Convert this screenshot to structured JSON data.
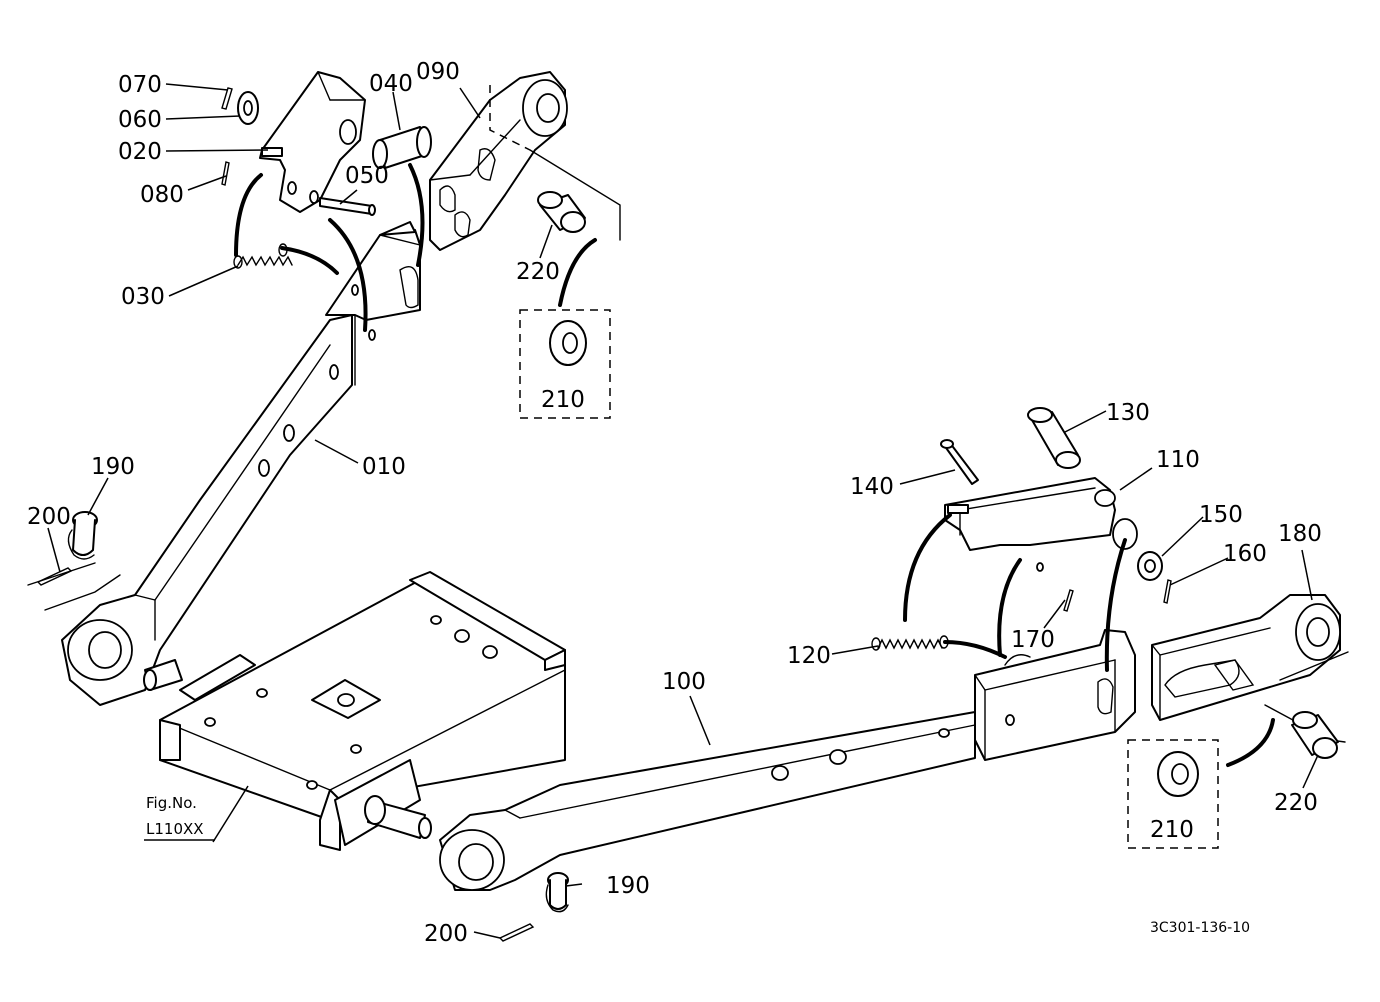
{
  "labels": {
    "p070": "070",
    "p060": "060",
    "p020": "020",
    "p080": "080",
    "p030": "030",
    "p040": "040",
    "p090": "090",
    "p050": "050",
    "p220_top": "220",
    "p210_top": "210",
    "p010": "010",
    "p190_left": "190",
    "p200_left": "200",
    "p130": "130",
    "p140": "140",
    "p110": "110",
    "p150": "150",
    "p160": "160",
    "p180": "180",
    "p170": "170",
    "p120": "120",
    "p100": "100",
    "p210_right": "210",
    "p220_right": "220",
    "p190_bottom": "190",
    "p200_bottom": "200"
  },
  "figure_ref": {
    "line1": "Fig.No.",
    "line2": "L110XX"
  },
  "drawing_code": "3C301-136-10"
}
